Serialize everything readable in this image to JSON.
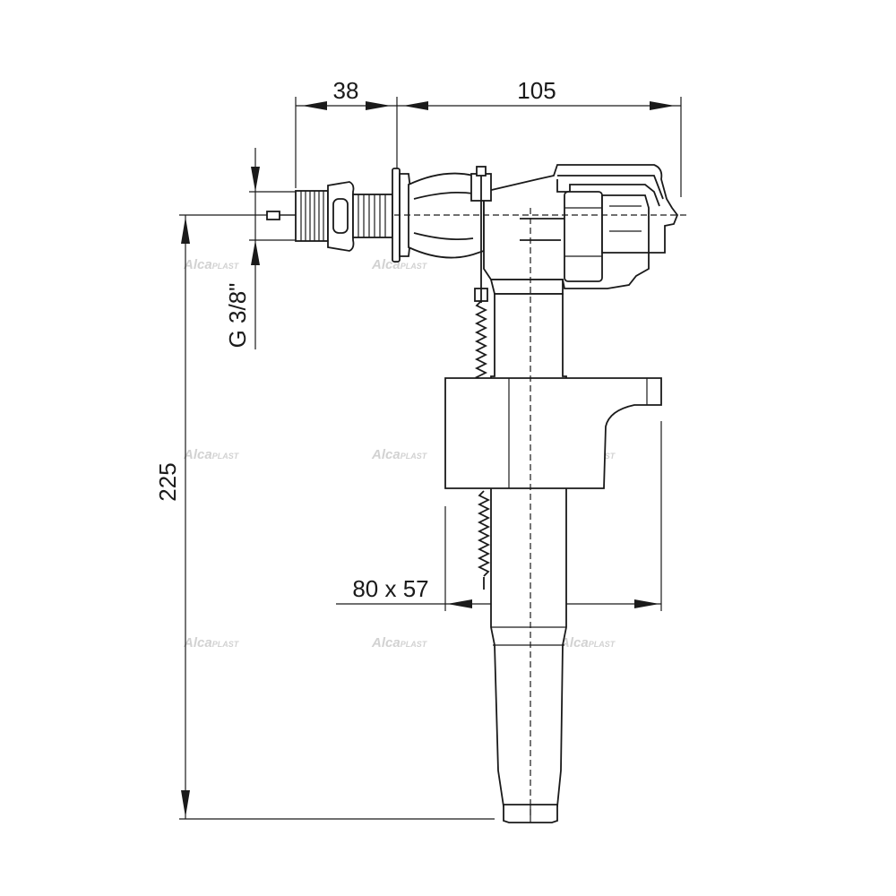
{
  "dimensions": {
    "inlet_length": "38",
    "body_length": "105",
    "thread_size": "G 3/8\"",
    "total_height": "225",
    "float_size": "80 x 57"
  },
  "watermark": {
    "brand": "Alca",
    "brand_suffix": "PLAST"
  },
  "colors": {
    "line": "#1a1a1a",
    "watermark": "#d2d2d2",
    "background": "#ffffff"
  }
}
